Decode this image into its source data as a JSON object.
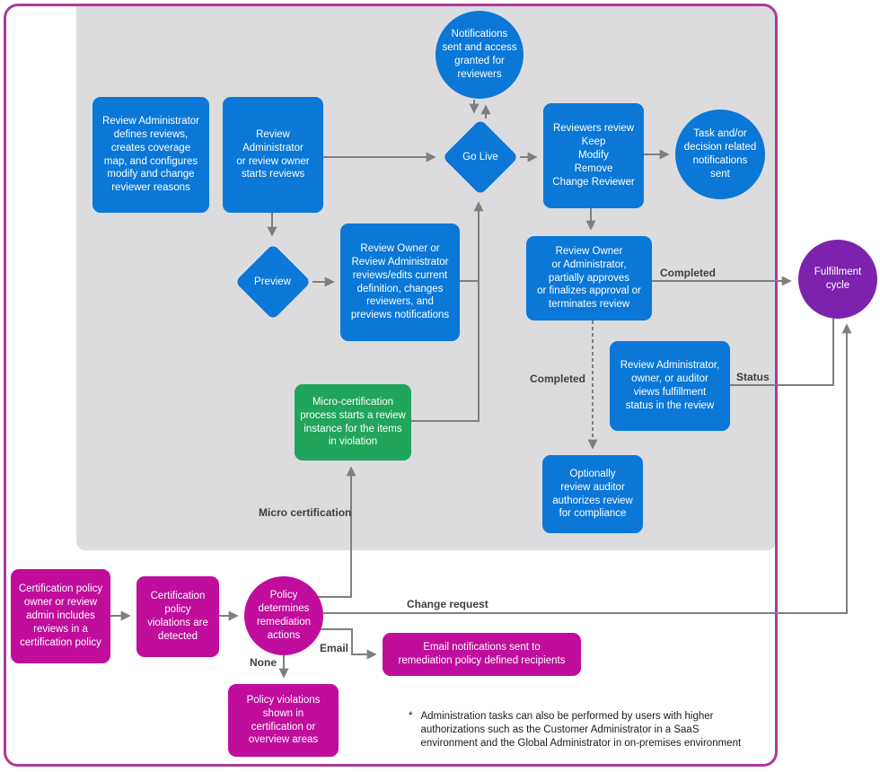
{
  "diagram": {
    "nodes": {
      "review_admin_defines": "Review Administrator\ndefines reviews,\ncreates coverage\nmap, and configures\nmodify and change\nreviewer reasons",
      "admin_starts_reviews": "Review\nAdministrator\nor review owner\nstarts reviews",
      "notifications_access": "Notifications\nsent and access\ngranted for\nreviewers",
      "go_live": "Go Live",
      "reviewers_review": "Reviewers review\nKeep\nModify\nRemove\nChange Reviewer",
      "task_notifications": "Task and/or\ndecision related\nnotifications\nsent",
      "preview": "Preview",
      "owner_edits": "Review Owner or\nReview Administrator\nreviews/edits current\ndefinition, changes\nreviewers, and\npreviews notifications",
      "owner_approves": "Review Owner\nor Administrator,\npartially approves\nor finalizes approval or\nterminates review",
      "fulfillment_cycle": "Fulfillment\ncycle",
      "views_fulfillment": "Review Administrator,\nowner, or auditor\nviews fulfillment\nstatus in the review",
      "auditor_authorizes": "Optionally\nreview auditor\nauthorizes review\nfor compliance",
      "micro_cert_process": "Micro-certification\nprocess starts a review\ninstance for the items\nin violation",
      "cert_policy_owner": "Certification policy\nowner or review\nadmin includes\nreviews in a\ncertification policy",
      "policy_violations_detected": "Certification\npolicy\nviolations are\ndetected",
      "policy_remediation": "Policy\ndetermines\nremediation\nactions",
      "email_notifications": "Email notifications sent to\nremediation policy defined recipients",
      "policy_violations_shown": "Policy violations\nshown in\ncertification or\noverview areas"
    },
    "edge_labels": {
      "completed_1": "Completed",
      "completed_2": "Completed",
      "status": "Status",
      "micro_certification": "Micro certification",
      "change_request": "Change request",
      "email": "Email",
      "none": "None"
    },
    "footnote": {
      "marker": "*",
      "text": "Administration tasks can also be performed by users with higher\nauthorizations such as the Customer Administrator in a SaaS\nenvironment and the Global Administrator in on-premises environment"
    },
    "colors": {
      "node_blue": "#0b78d7",
      "node_green": "#21a45c",
      "node_magenta": "#c00d9c",
      "node_purple": "#7c22ad",
      "outer_border": "#ad3a9d",
      "canvas_gray": "#dcdcde",
      "arrow_gray": "#7f7f7f",
      "label_text": "#3f3f3f"
    }
  }
}
